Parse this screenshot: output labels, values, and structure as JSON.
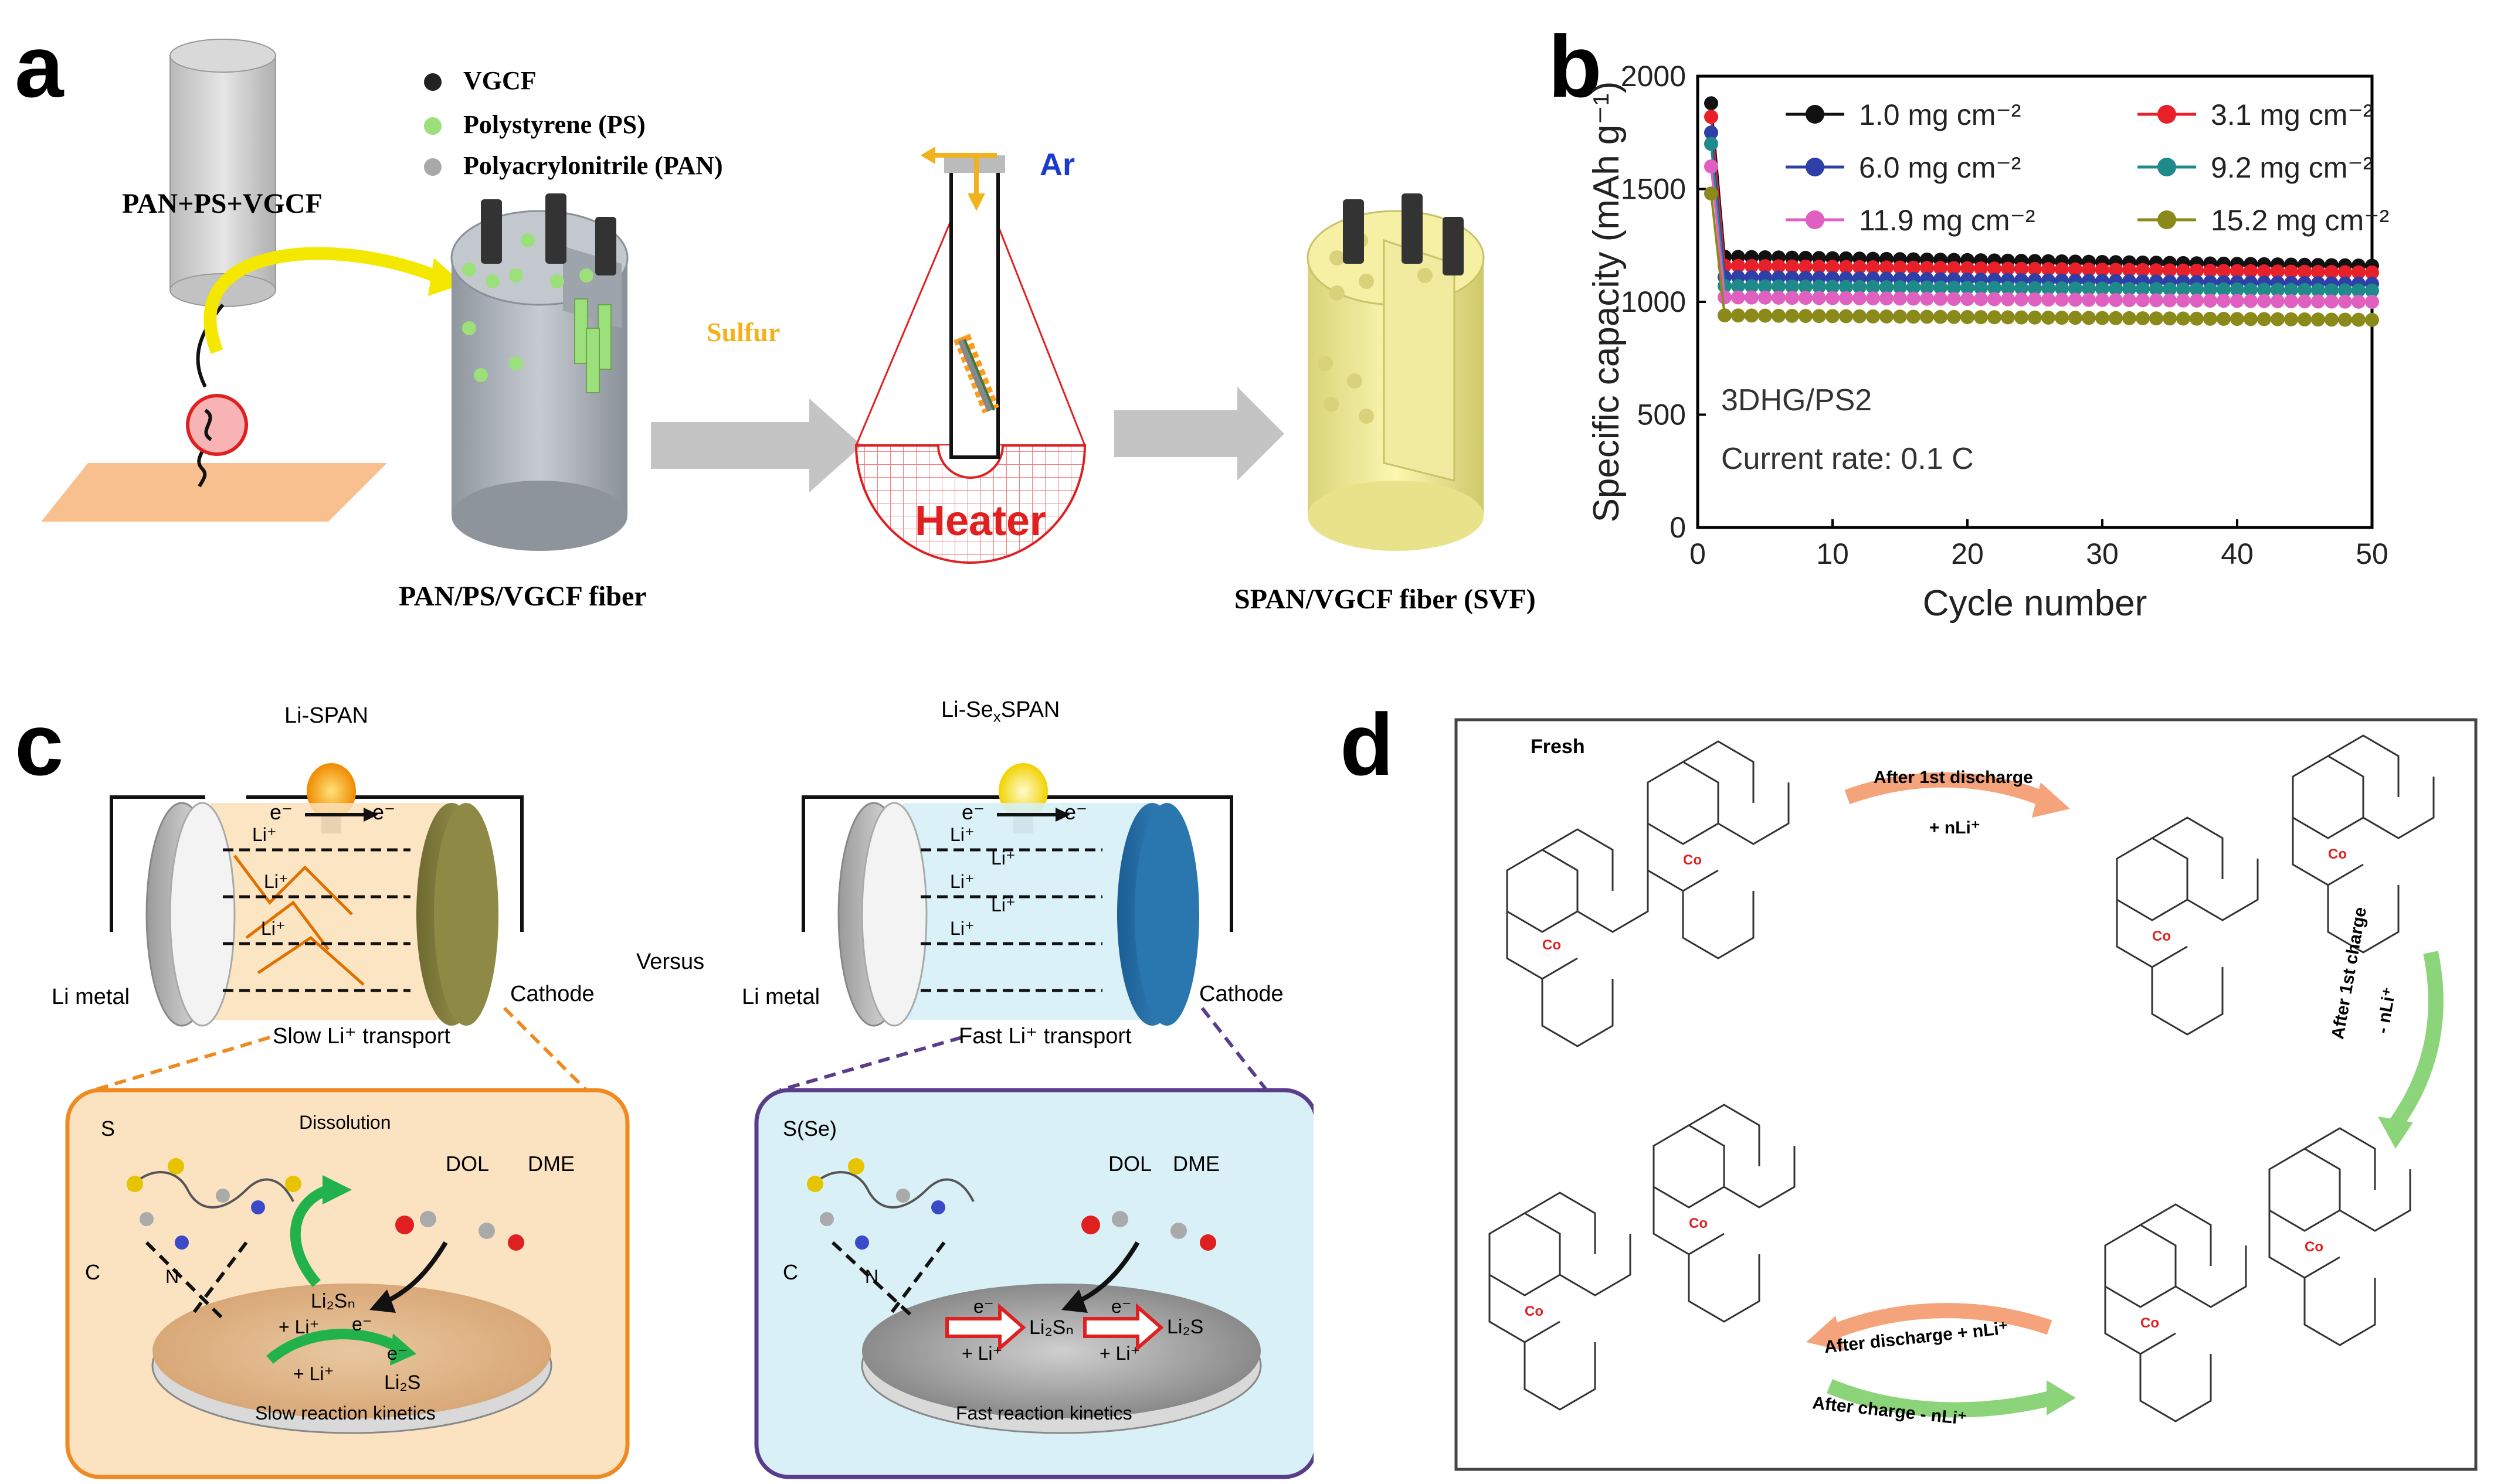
{
  "panels": {
    "a": "a",
    "b": "b",
    "c": "c",
    "d": "d"
  },
  "panel_a": {
    "legend": [
      "VGCF",
      "Polystyrene (PS)",
      "Polyacrylonitrile (PAN)"
    ],
    "legend_colors": [
      "#222222",
      "#9be07a",
      "#a8a8a8"
    ],
    "spinner_label": "PAN+PS+VGCF",
    "step_label": "Sulfur",
    "gas_label": "Ar",
    "heater_label": "Heater",
    "fiber1_label": "PAN/PS/VGCF fiber",
    "fiber2_label": "SPAN/VGCF fiber (SVF)"
  },
  "panel_b": {
    "annotation_1": "3DHG/PS2",
    "annotation_2": "Current rate: 0.1 C",
    "legend": [
      "1.0 mg cm",
      "3.1 mg cm",
      "6.0 mg cm",
      "9.2 mg cm",
      "11.9 mg cm",
      "15.2 mg cm"
    ],
    "legend_sup": "-2"
  },
  "panel_c": {
    "left_title": "Li-SPAN",
    "right_title": "Li-Se",
    "right_title_sub": "x",
    "right_title_rest": "SPAN",
    "electron": "e⁻",
    "li_ion": "Li⁺",
    "li_metal": "Li metal",
    "cathode": "Cathode",
    "versus": "Versus",
    "slow_transport": "Slow Li⁺ transport",
    "fast_transport": "Fast Li⁺ transport",
    "dissolution": "Dissolution",
    "dol": "DOL",
    "dme": "DME",
    "s_label": "S",
    "sse_label": "S(Se)",
    "c_label": "C",
    "n_label": "N",
    "li2sn": "Li₂Sₙ",
    "li2s": "Li₂S",
    "plus_li": "+ Li⁺",
    "e_minus": "e⁻",
    "slow_kinetics": "Slow reaction kinetics",
    "fast_kinetics": "Fast reaction kinetics"
  },
  "panel_d": {
    "fresh": "Fresh",
    "after_first_discharge": "After 1st discharge",
    "plus_nli": "+ nLi⁺",
    "after_first_charge": "After 1st charge",
    "minus_nli": "- nLi⁺",
    "after_discharge": "After discharge + nLi⁺",
    "after_charge": "After charge - nLi⁺"
  },
  "chart_data": {
    "type": "scatter",
    "xlabel": "Cycle number",
    "ylabel": "Specific capacity (mAh g⁻¹)",
    "xlim": [
      0,
      50
    ],
    "ylim": [
      0,
      2000
    ],
    "xticks": [
      0,
      10,
      20,
      30,
      40,
      50
    ],
    "yticks": [
      0,
      500,
      1000,
      1500,
      2000
    ],
    "legend_placement": "top",
    "series": [
      {
        "name": "1.0 mg cm⁻²",
        "color": "#111111",
        "initial": 1880,
        "plateau_start": 1200,
        "plateau_end": 1160
      },
      {
        "name": "3.1 mg cm⁻²",
        "color": "#e8202a",
        "initial": 1820,
        "plateau_start": 1160,
        "plateau_end": 1130
      },
      {
        "name": "6.0 mg cm⁻²",
        "color": "#2f3fa8",
        "initial": 1750,
        "plateau_start": 1110,
        "plateau_end": 1080
      },
      {
        "name": "9.2 mg cm⁻²",
        "color": "#1f8a8a",
        "initial": 1700,
        "plateau_start": 1070,
        "plateau_end": 1050
      },
      {
        "name": "11.9 mg cm⁻²",
        "color": "#e060c0",
        "initial": 1600,
        "plateau_start": 1020,
        "plateau_end": 1000
      },
      {
        "name": "15.2 mg cm⁻²",
        "color": "#8a8a1a",
        "initial": 1480,
        "plateau_start": 940,
        "plateau_end": 920
      }
    ]
  }
}
